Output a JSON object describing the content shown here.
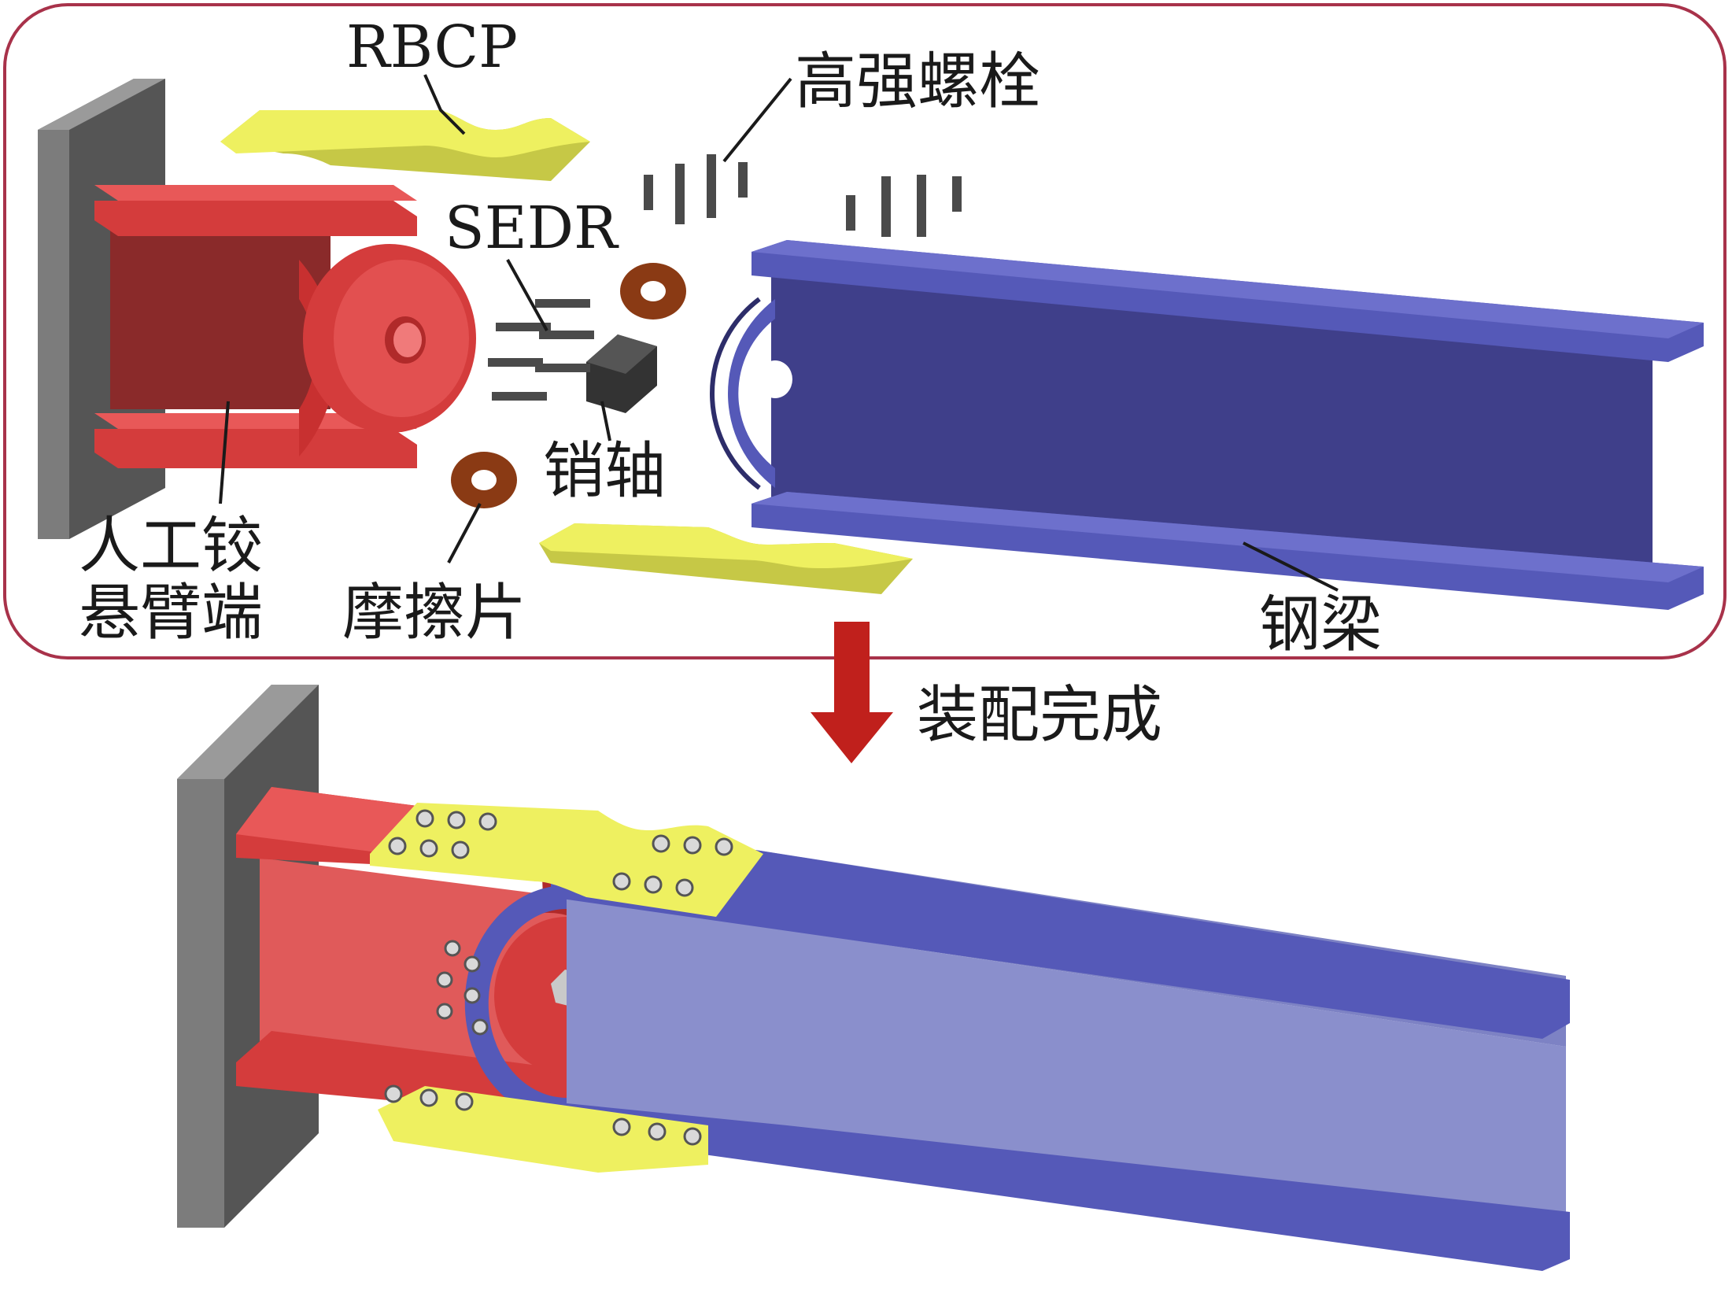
{
  "labels": {
    "rbcp": "RBCP",
    "high_strength_bolt": "高强螺栓",
    "sedr": "SEDR",
    "pin": "销轴",
    "hinge_line1": "人工铰",
    "hinge_line2": "悬臂端",
    "friction_plate": "摩擦片",
    "steel_beam": "钢梁",
    "assembled": "装配完成"
  },
  "colors": {
    "frame_border": "#a8324a",
    "wall_plate": "#7c7c7c",
    "cantilever_red": "#d43c3c",
    "cantilever_dark": "#8a2a2a",
    "beam_blue": "#5559b8",
    "beam_dark": "#3f3f8a",
    "plate_yellow": "#eef060",
    "washer_brown": "#8a3a14",
    "bolt_gray": "#4a4a4a",
    "arrow_red": "#c0201c"
  }
}
